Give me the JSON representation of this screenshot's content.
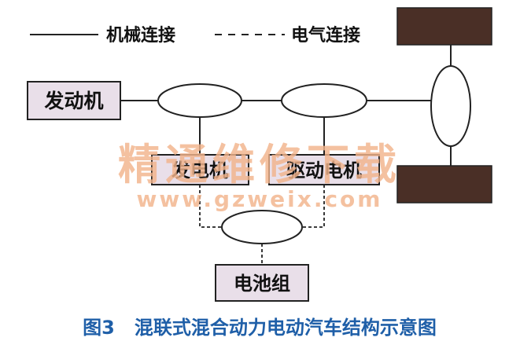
{
  "legend": {
    "mechanical_label": "机械连接",
    "electrical_label": "电气连接"
  },
  "nodes": {
    "engine": "发动机",
    "generator": "发电机",
    "drive_motor": "驱动电机",
    "battery": "电池组"
  },
  "watermark": {
    "text": "精通维修下载",
    "url": "www.gzweix.com",
    "color": "#f2b48c"
  },
  "caption": "图3   混联式混合动力电动汽车结构示意图",
  "colors": {
    "box_fill": "#e9dfe9",
    "box_stroke": "#222222",
    "wheel_fill": "#4a2f26",
    "line": "#222222",
    "caption": "#1f5fa8"
  }
}
